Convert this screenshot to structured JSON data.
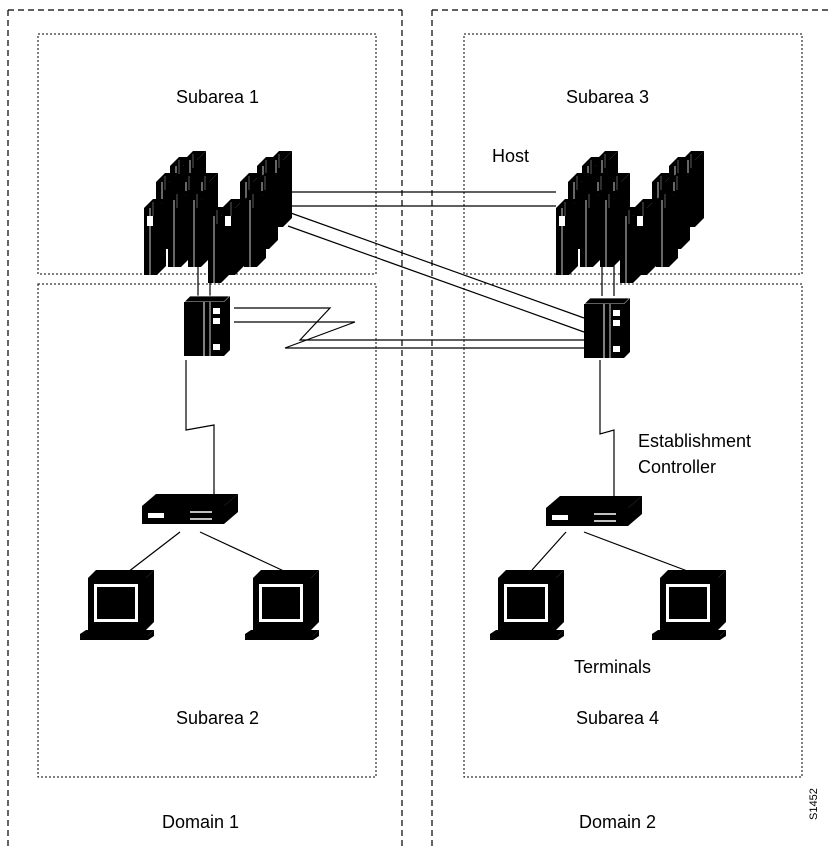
{
  "domains": [
    {
      "label": "Domain 1"
    },
    {
      "label": "Domain 2"
    }
  ],
  "subareas": [
    {
      "label": "Subarea 1"
    },
    {
      "label": "Subarea 2"
    },
    {
      "label": "Subarea 3"
    },
    {
      "label": "Subarea 4"
    }
  ],
  "callouts": {
    "host": "Host",
    "establishment_controller_line1": "Establishment",
    "establishment_controller_line2": "Controller",
    "terminals": "Terminals"
  },
  "figure_id": "S1452",
  "icons": [
    "mainframe-host-icon",
    "communications-controller-icon",
    "establishment-controller-icon",
    "terminal-icon"
  ]
}
